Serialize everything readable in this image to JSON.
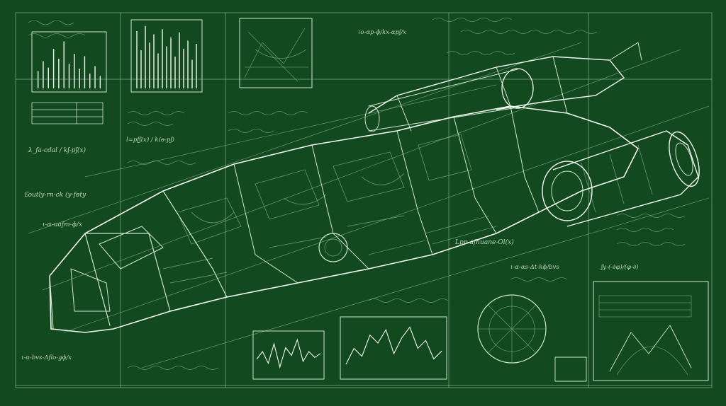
{
  "sheet": {
    "background_color": "#13491f",
    "ink_color": "#cfe8cc",
    "highlight_color": "#f2fbef",
    "subject": "spaceship-blueprint"
  },
  "annotations": [
    "λ_fa-cdal / kʃ-pʃ(x)",
    "Ɛoutly-rn-ck (y-fɵty",
    "ɩ-ɑ-uafm-ɸ/x",
    "l=pfʃ(x) / k(ɵ-pʃ)",
    "Lpp-afhuane-Ol(x)",
    "ɩ-ɑ-ɑs-Δt-kɸ/bvs",
    "ɩ-ɑ-bvs-Δflo-gɸ/x",
    "ɩo-ɑp-ɸ/kx-ɑpʃ/x",
    "ʃy-(-∂φ)/(φ-∂)"
  ],
  "panels": {
    "top_left_histogram": {
      "bars": [
        0.35,
        0.55,
        0.42,
        0.8,
        0.6,
        0.95,
        0.5,
        0.7,
        0.4,
        0.65,
        0.3,
        0.45,
        0.25
      ]
    },
    "top_spike_chart": {
      "bars": [
        0.9,
        0.6,
        0.98,
        0.72,
        0.85,
        0.55,
        0.93,
        0.66,
        0.8,
        0.5,
        0.88,
        0.62,
        0.75,
        0.45,
        0.7
      ]
    },
    "bottom_wave_chart_1": {
      "values": [
        0.4,
        0.6,
        0.3,
        0.8,
        0.2,
        0.7,
        0.5,
        0.9,
        0.35,
        0.6,
        0.45,
        0.55
      ]
    },
    "bottom_wave_chart_2": {
      "values": [
        0.2,
        0.5,
        0.35,
        0.75,
        0.6,
        0.85,
        0.4,
        0.7,
        0.9,
        0.5,
        0.65,
        0.3,
        0.45
      ]
    }
  }
}
